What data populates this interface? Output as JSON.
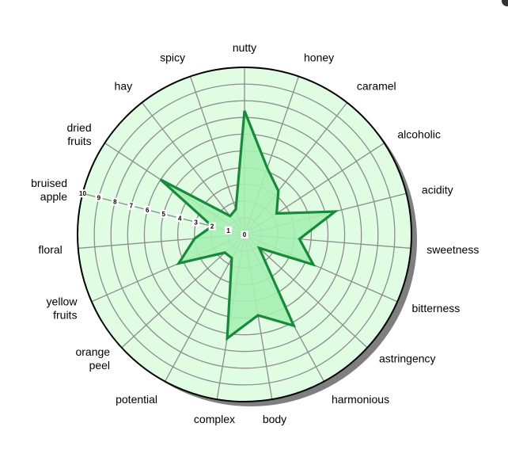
{
  "chart_data": {
    "type": "radar",
    "categories": [
      "nutty",
      "honey",
      "caramel",
      "alcoholic",
      "acidity",
      "sweetness",
      "bitterness",
      "astringency",
      "harmonious",
      "body",
      "complex",
      "potential",
      "orange peel",
      "yellow fruits",
      "floral",
      "bruised apple",
      "dried fruits",
      "hay",
      "spicy"
    ],
    "values": [
      7.4,
      4.2,
      3.3,
      2.3,
      5.6,
      3.3,
      4.5,
      1.2,
      6.2,
      4.9,
      6.3,
      1.6,
      1.6,
      4.3,
      3.0,
      2.0,
      6.0,
      1.4,
      1.6
    ],
    "rlim": [
      0,
      10
    ],
    "ticks": [
      "0",
      "1",
      "2",
      "3",
      "4",
      "5",
      "6",
      "7",
      "8",
      "9",
      "10"
    ],
    "grid": true,
    "colors": {
      "background": "#e0fde4",
      "fill": "#a6f0b2",
      "line": "#16893a",
      "grid": "#8c8c8c",
      "rim": "#000000",
      "shadow": "#7f7f7f"
    }
  }
}
